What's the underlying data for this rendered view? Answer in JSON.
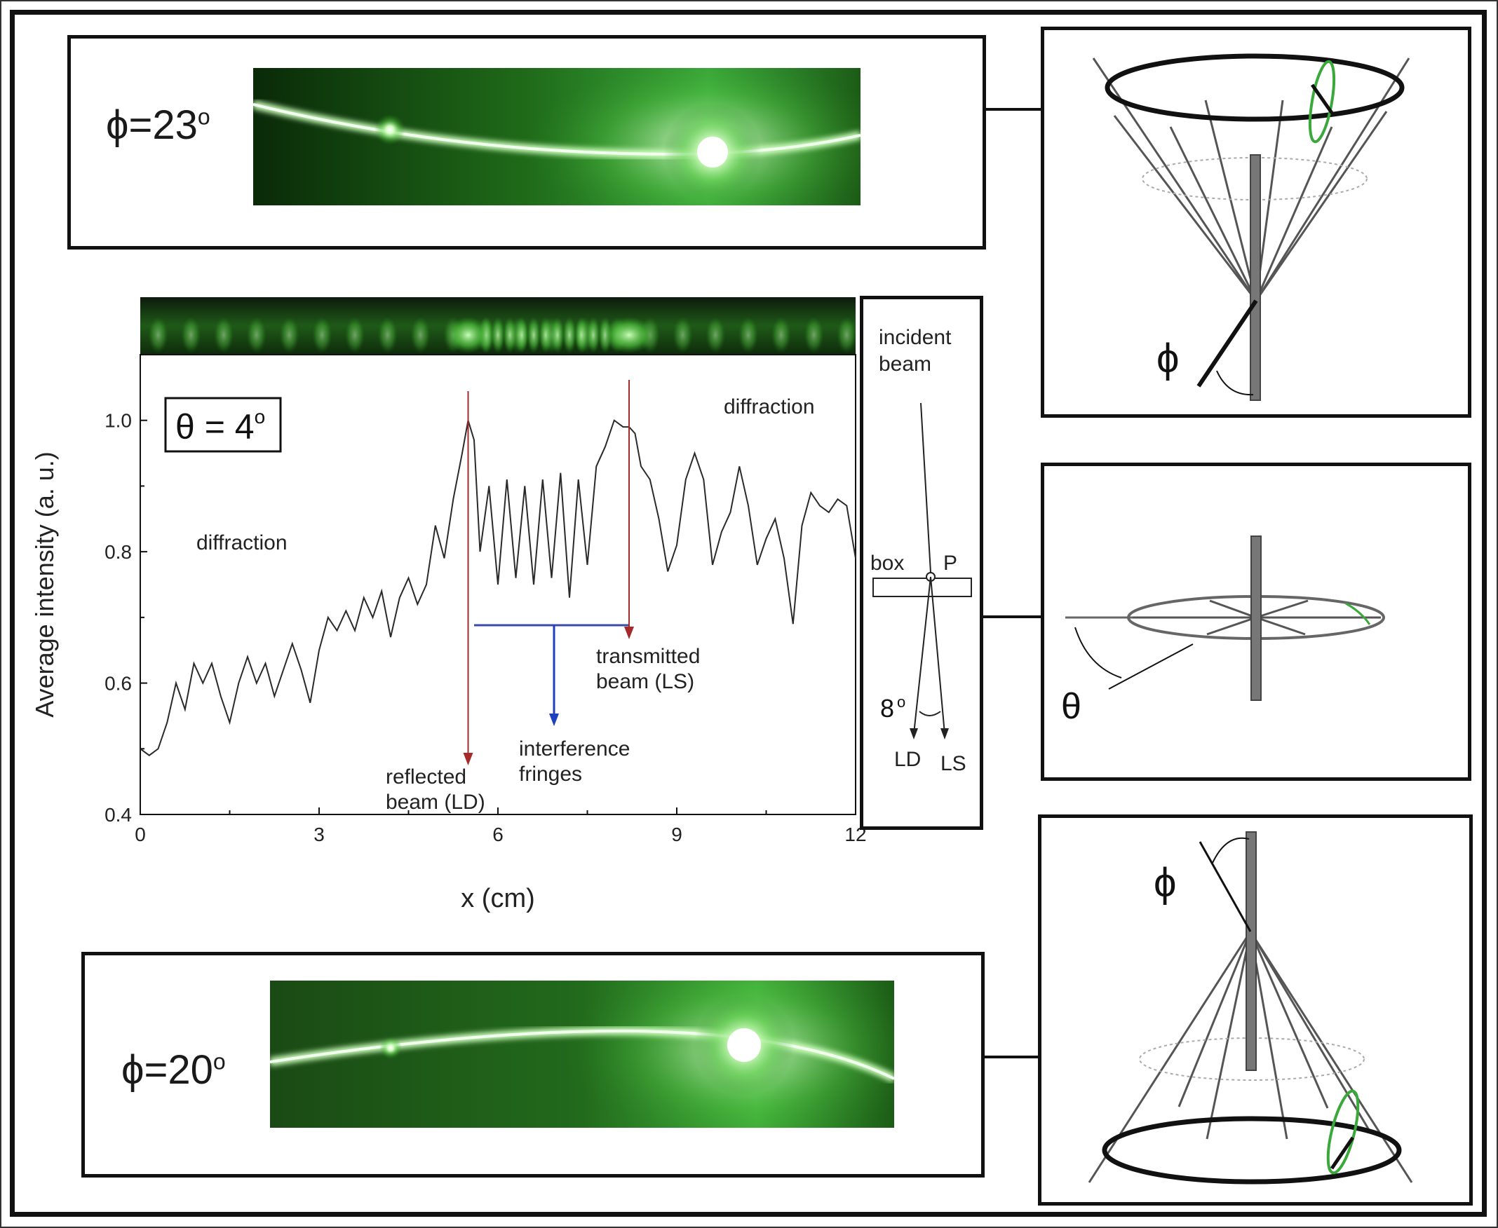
{
  "top_photo": {
    "phi_symbol": "ϕ",
    "phi_value": "=23",
    "degree": "o"
  },
  "bottom_photo": {
    "phi_symbol": "ϕ",
    "phi_value": "=20",
    "degree": "o"
  },
  "chart_data": {
    "type": "line",
    "xlabel": "x (cm)",
    "ylabel": "Average intensity (a. u.)",
    "xlim": [
      0,
      12
    ],
    "ylim": [
      0.4,
      1.1
    ],
    "xticks": [
      "0",
      "3",
      "6",
      "9",
      "12"
    ],
    "yticks": [
      "0.4",
      "0.6",
      "0.8",
      "1.0"
    ],
    "x": [
      0.0,
      0.15,
      0.3,
      0.45,
      0.6,
      0.75,
      0.9,
      1.05,
      1.2,
      1.35,
      1.5,
      1.65,
      1.8,
      1.95,
      2.1,
      2.25,
      2.4,
      2.55,
      2.7,
      2.85,
      3.0,
      3.15,
      3.3,
      3.45,
      3.6,
      3.75,
      3.9,
      4.05,
      4.2,
      4.35,
      4.5,
      4.65,
      4.8,
      4.95,
      5.1,
      5.25,
      5.4,
      5.5,
      5.6,
      5.7,
      5.85,
      6.0,
      6.15,
      6.3,
      6.45,
      6.6,
      6.75,
      6.9,
      7.05,
      7.2,
      7.35,
      7.5,
      7.65,
      7.8,
      7.95,
      8.1,
      8.2,
      8.3,
      8.4,
      8.55,
      8.7,
      8.85,
      9.0,
      9.15,
      9.3,
      9.45,
      9.6,
      9.75,
      9.9,
      10.05,
      10.2,
      10.35,
      10.5,
      10.65,
      10.8,
      10.95,
      11.1,
      11.25,
      11.4,
      11.55,
      11.7,
      11.85,
      12.0
    ],
    "y": [
      0.5,
      0.49,
      0.5,
      0.54,
      0.6,
      0.56,
      0.63,
      0.6,
      0.63,
      0.58,
      0.54,
      0.6,
      0.64,
      0.6,
      0.63,
      0.58,
      0.62,
      0.66,
      0.62,
      0.57,
      0.65,
      0.7,
      0.68,
      0.71,
      0.68,
      0.73,
      0.7,
      0.74,
      0.67,
      0.73,
      0.76,
      0.72,
      0.75,
      0.84,
      0.79,
      0.88,
      0.95,
      1.0,
      0.97,
      0.8,
      0.9,
      0.75,
      0.91,
      0.76,
      0.9,
      0.75,
      0.91,
      0.76,
      0.92,
      0.73,
      0.91,
      0.78,
      0.93,
      0.96,
      1.0,
      0.99,
      0.99,
      0.98,
      0.93,
      0.91,
      0.85,
      0.77,
      0.81,
      0.91,
      0.95,
      0.91,
      0.78,
      0.83,
      0.86,
      0.93,
      0.87,
      0.78,
      0.82,
      0.85,
      0.79,
      0.69,
      0.84,
      0.89,
      0.87,
      0.86,
      0.88,
      0.87,
      0.79
    ],
    "theta_label": "θ = 4",
    "theta_degree": "o",
    "annotations": {
      "diffraction_left": "diffraction",
      "diffraction_right": "diffraction",
      "transmitted": [
        "transmitted",
        "beam (LS)"
      ],
      "interference": [
        "interference",
        "fringes"
      ],
      "reflected": [
        "reflected",
        "beam (LD)"
      ]
    },
    "marker_x": {
      "reflected": 5.5,
      "transmitted": 8.2
    },
    "grid": false
  },
  "geometry_panel": {
    "incident": [
      "incident",
      "beam"
    ],
    "box": "box",
    "point": "P",
    "angle": "8",
    "angle_degree": "o",
    "ld": "LD",
    "ls": "LS"
  },
  "cone_top": {
    "symbol": "ϕ"
  },
  "disk_middle": {
    "symbol": "θ"
  },
  "cone_bottom": {
    "symbol": "ϕ"
  },
  "colors": {
    "laser_green": "#3aa83a",
    "arrow_red": "#a52a2a",
    "arrow_blue": "#1f3fbf",
    "bracket": "#3c4aa8"
  }
}
